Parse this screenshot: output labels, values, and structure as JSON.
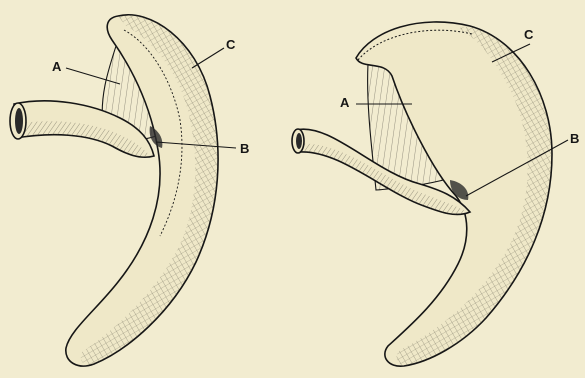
{
  "colors": {
    "paper": "#f2ecd0",
    "ink": "#161616",
    "shade": "#6e6a5a",
    "tube_fill": "#efe8c8",
    "lumen": "#2a2a2a"
  },
  "left_figure": {
    "labels": {
      "a": "A",
      "b": "B",
      "c": "C"
    }
  },
  "right_figure": {
    "labels": {
      "a": "A",
      "b": "B",
      "c": "C"
    }
  }
}
